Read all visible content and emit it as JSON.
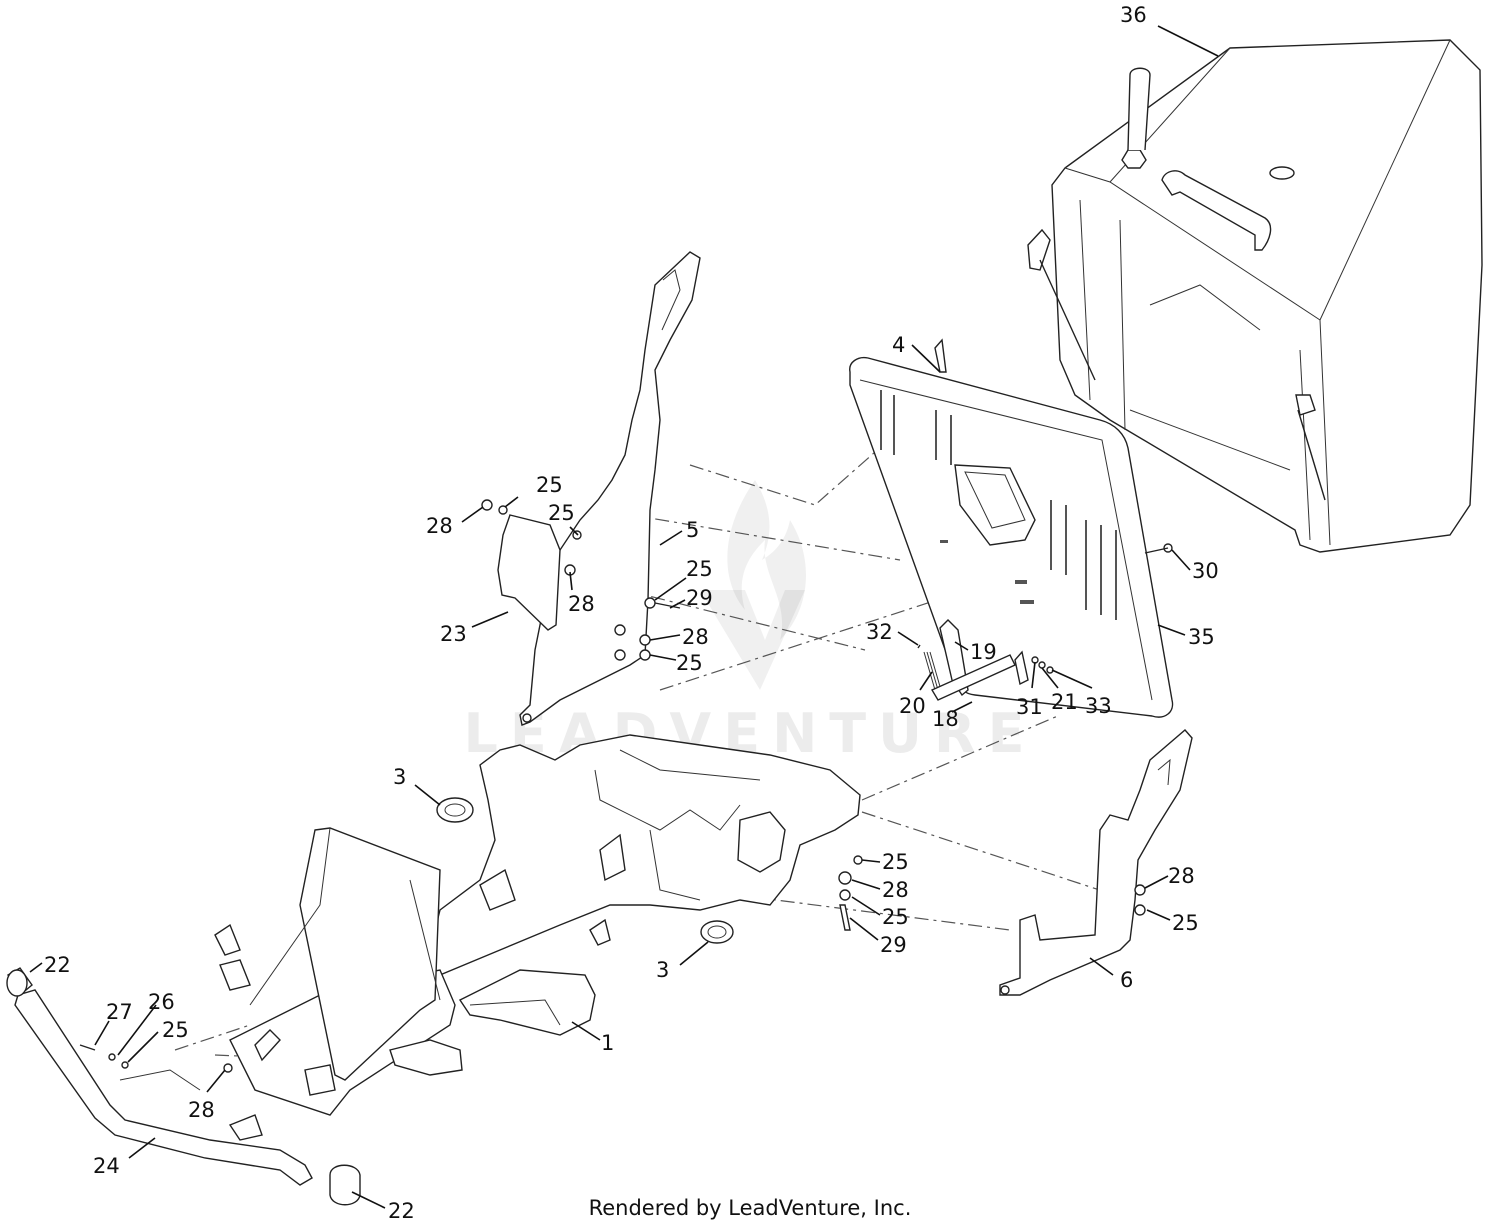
{
  "watermark": {
    "text": "LEADVENTURE"
  },
  "footer": {
    "text": "Rendered by LeadVenture, Inc."
  },
  "callouts": [
    {
      "label": "36"
    },
    {
      "label": "4"
    },
    {
      "label": "25"
    },
    {
      "label": "28"
    },
    {
      "label": "25"
    },
    {
      "label": "5"
    },
    {
      "label": "25"
    },
    {
      "label": "29"
    },
    {
      "label": "28"
    },
    {
      "label": "23"
    },
    {
      "label": "28"
    },
    {
      "label": "25"
    },
    {
      "label": "30"
    },
    {
      "label": "35"
    },
    {
      "label": "32"
    },
    {
      "label": "19"
    },
    {
      "label": "20"
    },
    {
      "label": "18"
    },
    {
      "label": "31"
    },
    {
      "label": "21"
    },
    {
      "label": "33"
    },
    {
      "label": "3"
    },
    {
      "label": "25"
    },
    {
      "label": "28"
    },
    {
      "label": "25"
    },
    {
      "label": "29"
    },
    {
      "label": "28"
    },
    {
      "label": "25"
    },
    {
      "label": "6"
    },
    {
      "label": "3"
    },
    {
      "label": "22"
    },
    {
      "label": "27"
    },
    {
      "label": "26"
    },
    {
      "label": "25"
    },
    {
      "label": "1"
    },
    {
      "label": "28"
    },
    {
      "label": "24"
    },
    {
      "label": "22"
    }
  ]
}
